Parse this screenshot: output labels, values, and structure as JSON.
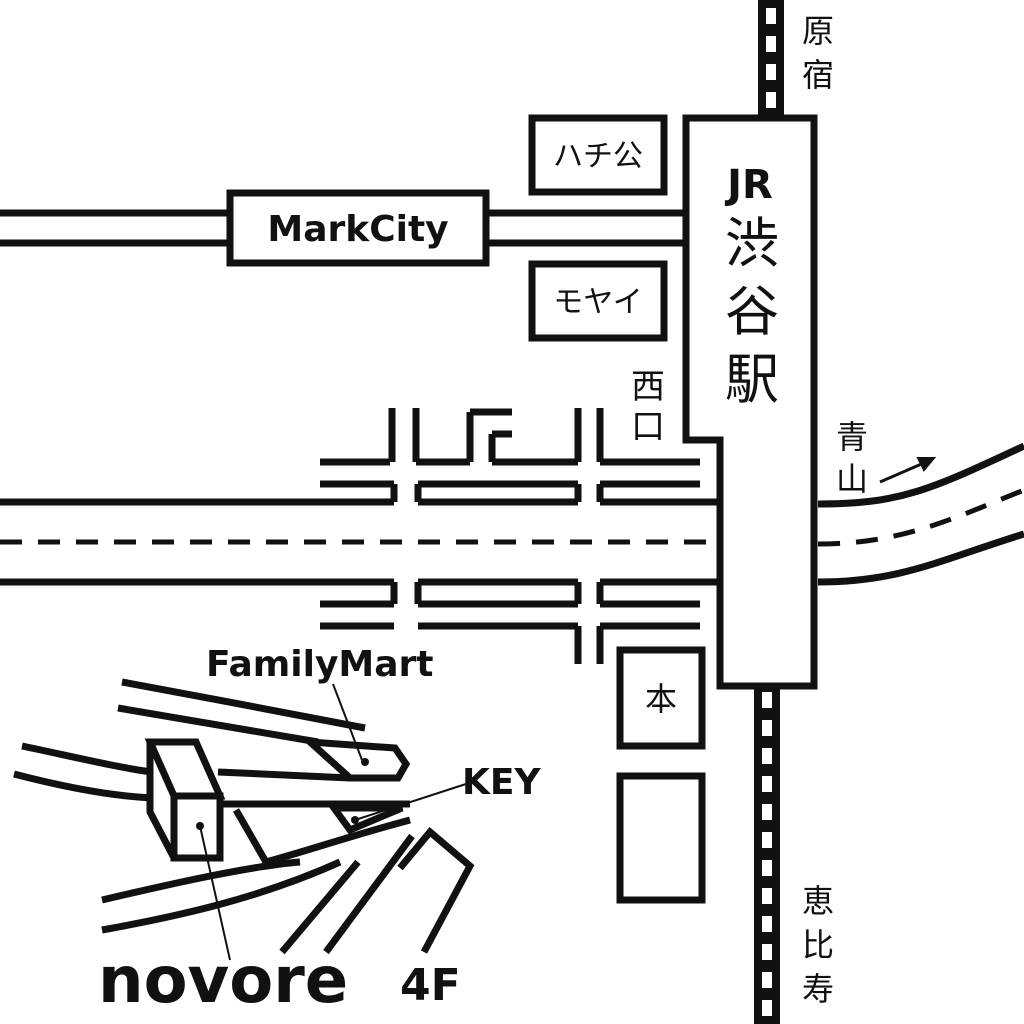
{
  "colors": {
    "ink": "#111111",
    "paper": "#ffffff"
  },
  "labels": {
    "harajuku": "原宿",
    "jr": "JR",
    "shibuya_station": "渋谷駅",
    "hachiko": "ハチ公",
    "markcity": "MarkCity",
    "moyai": "モヤイ",
    "nishiguchi": "西口",
    "aoyama": "青山",
    "hon": "本",
    "familymart": "FamilyMart",
    "key": "KEY",
    "novore": "novore",
    "floor": "4F",
    "ebisu": "恵比寿"
  },
  "icons": {
    "direction_arrow": "arrow-right-icon"
  }
}
